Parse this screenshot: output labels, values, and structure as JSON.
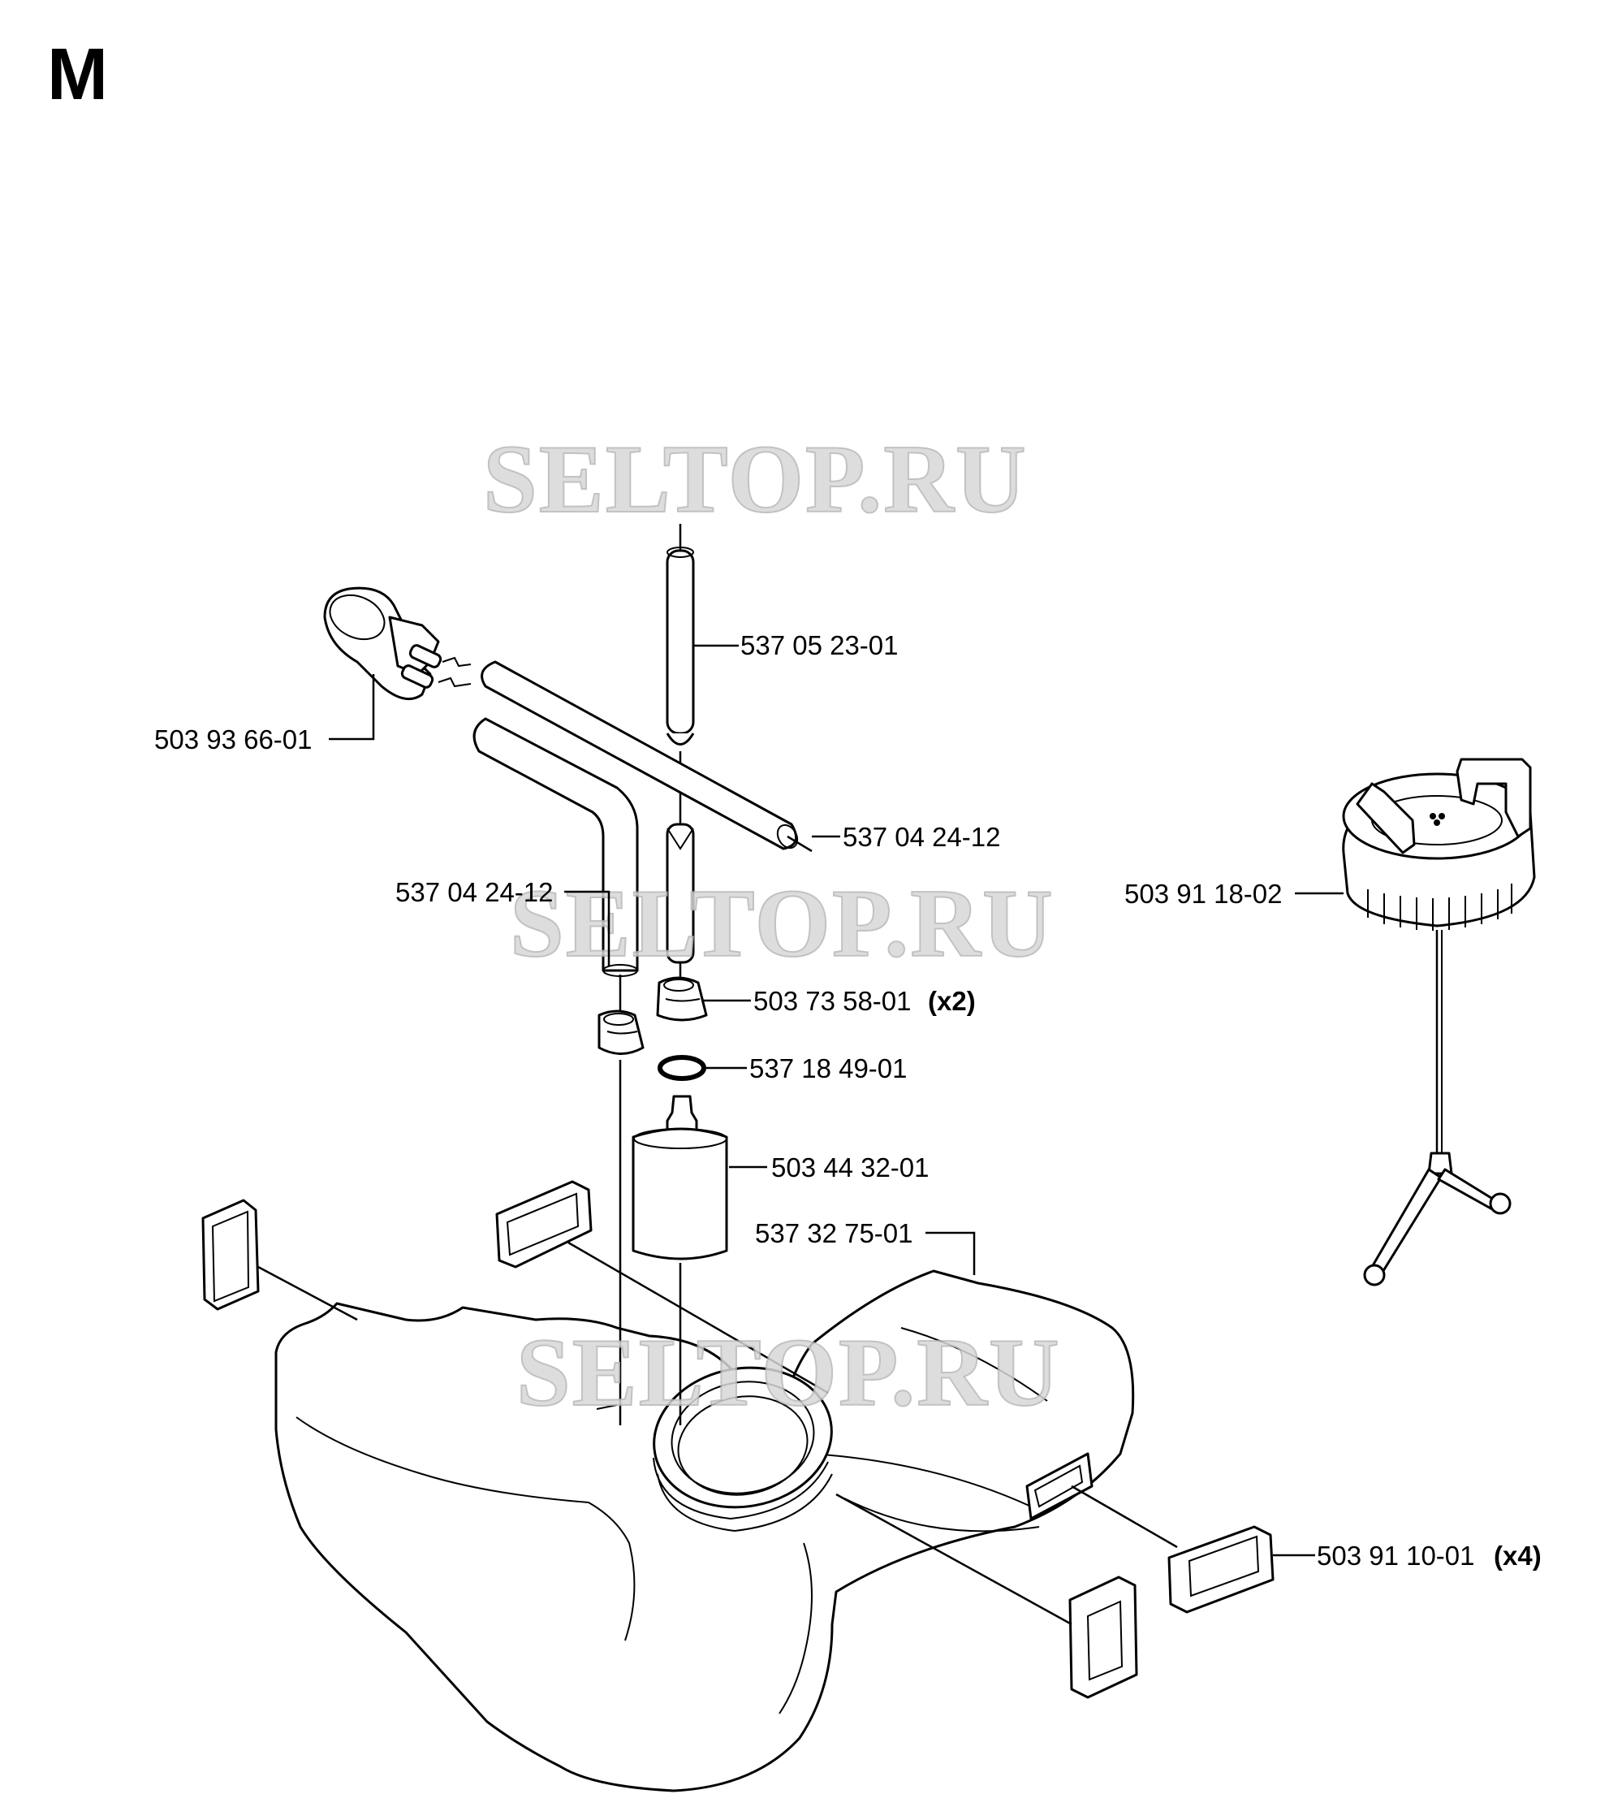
{
  "section_letter": "M",
  "watermark": "SELTOP.RU",
  "parts": [
    {
      "id": "fuel_line_upper",
      "part_number": "537 05 23-01",
      "qty": ""
    },
    {
      "id": "primer_bulb",
      "part_number": "503 93 66-01",
      "qty": ""
    },
    {
      "id": "fuel_hose_right",
      "part_number": "537 04 24-12",
      "qty": ""
    },
    {
      "id": "fuel_hose_left",
      "part_number": "537 04 24-12",
      "qty": ""
    },
    {
      "id": "fuel_cap",
      "part_number": "503 91 18-02",
      "qty": ""
    },
    {
      "id": "grommet",
      "part_number": "503 73 58-01",
      "qty": "(x2)"
    },
    {
      "id": "o_ring",
      "part_number": "537 18 49-01",
      "qty": ""
    },
    {
      "id": "fuel_filter",
      "part_number": "503 44 32-01",
      "qty": ""
    },
    {
      "id": "fuel_tank",
      "part_number": "537 32 75-01",
      "qty": ""
    },
    {
      "id": "rubber_mount",
      "part_number": "503 91 10-01",
      "qty": "(x4)"
    }
  ]
}
